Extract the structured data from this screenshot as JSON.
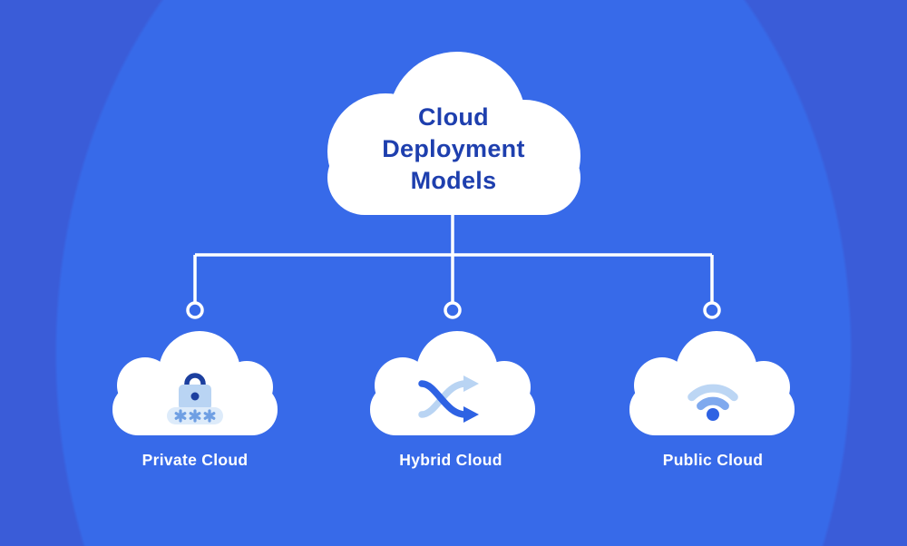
{
  "page": {
    "title_lines": [
      "Cloud",
      "Deployment",
      "Models"
    ]
  },
  "nodes": [
    {
      "label": "Private Cloud",
      "icon": "padlock-password-icon"
    },
    {
      "label": "Hybrid Cloud",
      "icon": "shuffle-arrows-icon"
    },
    {
      "label": "Public Cloud",
      "icon": "wifi-icon"
    }
  ],
  "colors": {
    "background_outer": "#3a5cd8",
    "background_inner": "#376ae9",
    "cloud_fill": "#ffffff",
    "connector_line": "#ffffff",
    "title_text": "#1e3fae",
    "label_text": "#ffffff",
    "icon_accent_blue": "#2e62e3",
    "icon_light_blue": "#b9d4f3",
    "icon_pale_blue": "#ddebfa",
    "icon_navy": "#1c3f9f",
    "icon_asterisk_blue": "#6f9fe3",
    "wifi_mid_arc": "#7fa9ee"
  }
}
